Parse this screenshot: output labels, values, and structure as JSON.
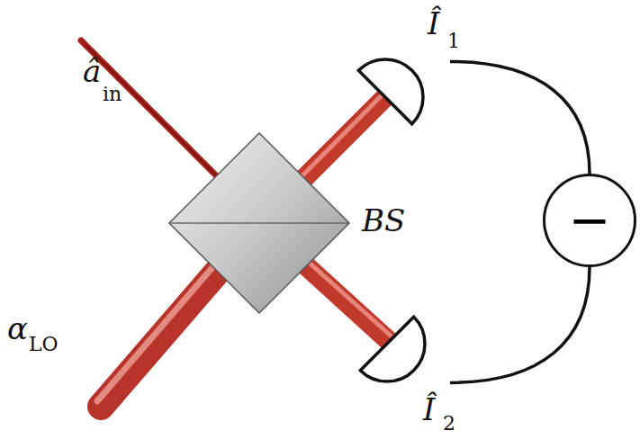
{
  "diagram": {
    "nodes": [
      {
        "text": [
          "Î",
          "1"
        ]
      },
      {
        "text": [
          "Î",
          "2"
        ]
      },
      {
        "text": [
          "−"
        ]
      },
      {
        "text": [
          "BS"
        ]
      }
    ],
    "edges": [
      {
        "from": 0,
        "to": 2,
        "arrow": "none"
      },
      {
        "from": 1,
        "to": 2,
        "arrow": "none"
      }
    ],
    "labels": [
      "â",
      "in",
      "α",
      "LO"
    ]
  }
}
